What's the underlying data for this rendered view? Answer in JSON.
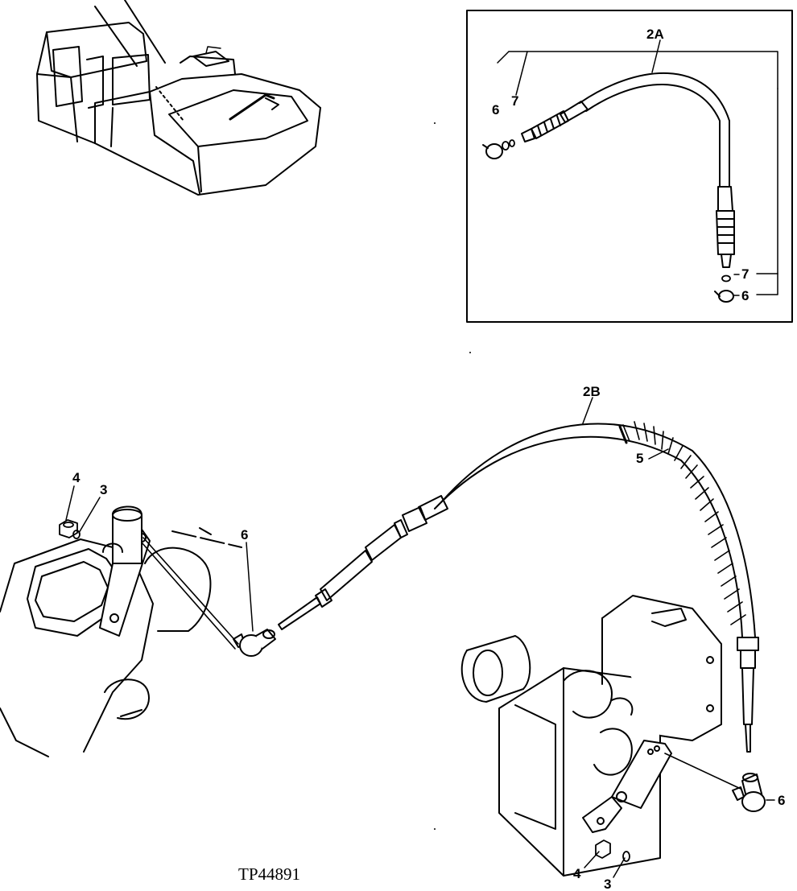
{
  "figure_id": "TP44891",
  "callouts": {
    "inset_cable": "2A",
    "main_cable": "2B",
    "inset_rod_end_left": "6",
    "inset_lockwasher_left": "7",
    "inset_lockwasher_right": "7",
    "inset_rod_end_right": "6",
    "spiral_guard": "5",
    "left_nut": "4",
    "left_washer": "3",
    "left_rod_end": "6",
    "right_rod_end": "6",
    "right_nut": "4",
    "right_washer": "3"
  }
}
